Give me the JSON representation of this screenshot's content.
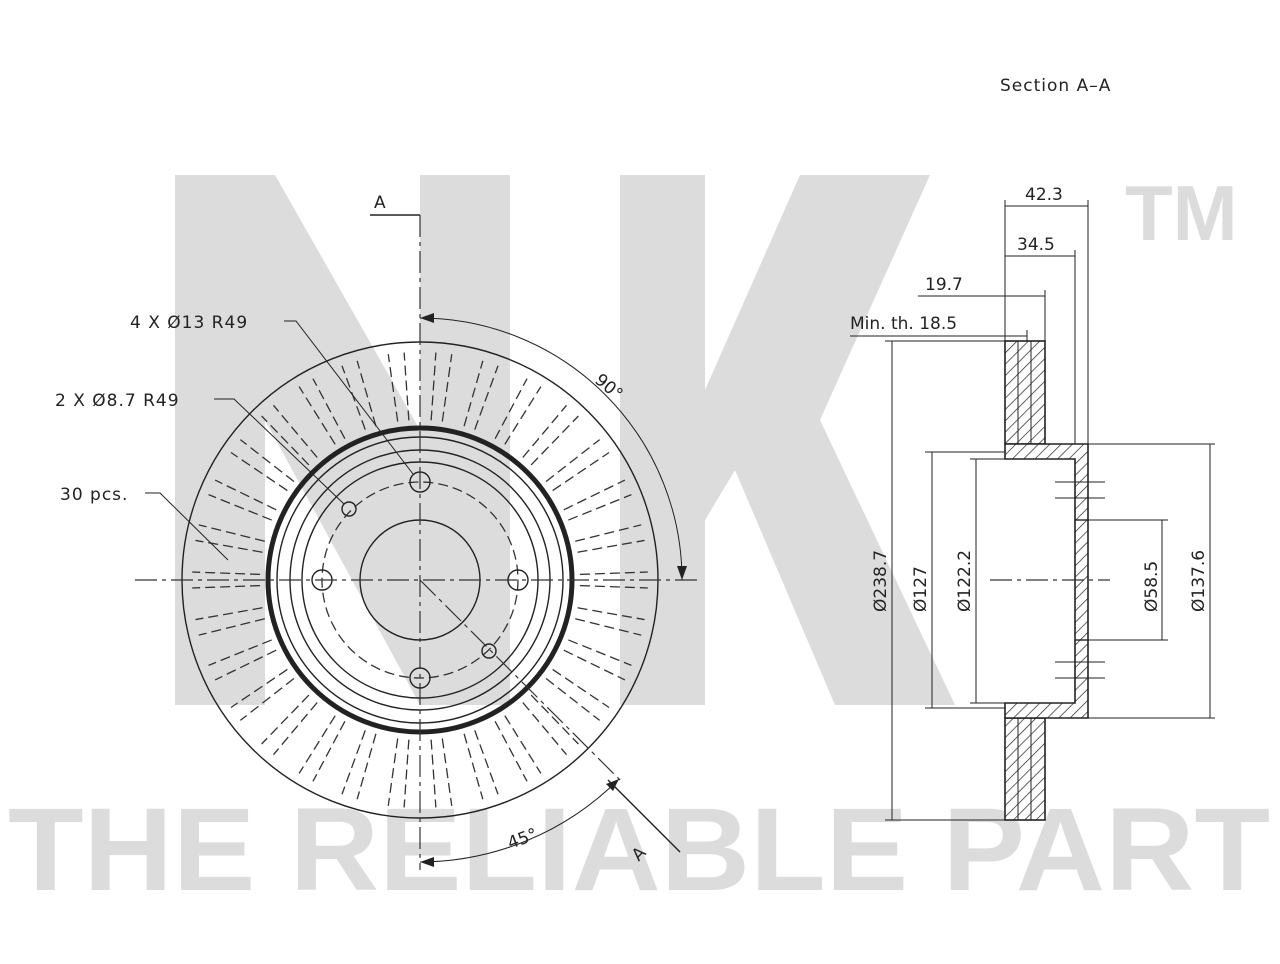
{
  "watermark": {
    "logo_letters": "NK",
    "trademark": "TM",
    "tagline": "THE RELIABLE PART"
  },
  "front_view": {
    "section_marker_top": "A",
    "section_marker_bottom": "A",
    "callout_bolt_holes": "4 X Ø13 R49",
    "callout_pin_holes": "2 X Ø8.7 R49",
    "callout_vanes": "30 pcs.",
    "angle_large": "90°",
    "angle_small": "45°"
  },
  "section_view": {
    "title": "Section A–A",
    "dim_overall_height": "42.3",
    "dim_hat_height": "34.5",
    "dim_thickness": "19.7",
    "dim_min_thickness": "Min. th. 18.5",
    "dia_outer": "Ø238.7",
    "dia_hat": "Ø127",
    "dia_hat_inner": "Ø122.2",
    "dia_center_bore": "Ø58.5",
    "dia_hat_outer": "Ø137.6"
  }
}
